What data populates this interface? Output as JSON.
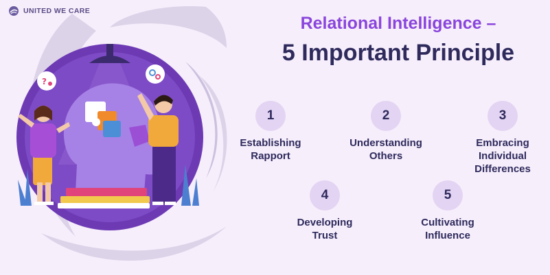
{
  "brand": {
    "name": "UNITED WE CARE",
    "icon": "globe-swirl-icon"
  },
  "title": {
    "line1": "Relational Intelligence –",
    "line2": "5 Important Principle"
  },
  "principles": [
    {
      "number": "1",
      "lines": [
        "Establishing",
        "Rapport"
      ]
    },
    {
      "number": "2",
      "lines": [
        "Understanding",
        "Others"
      ]
    },
    {
      "number": "3",
      "lines": [
        "Embracing",
        "Individual",
        "Differences"
      ]
    },
    {
      "number": "4",
      "lines": [
        "Developing",
        "Trust"
      ]
    },
    {
      "number": "5",
      "lines": [
        "Cultivating",
        "Influence"
      ]
    }
  ],
  "colors": {
    "background": "#f6eefb",
    "accent_purple": "#8a45dc",
    "dark_navy": "#2e2a5c",
    "number_circle": "#e3d4f3",
    "illustration_ring": "#6d3ab4"
  },
  "illustration": {
    "icons": [
      "head-silhouette-icon",
      "puzzle-piece-icon",
      "lamp-icon",
      "speech-bubble-icon",
      "gears-icon",
      "book-stack-icon",
      "woman-figure-icon",
      "man-figure-icon"
    ]
  }
}
